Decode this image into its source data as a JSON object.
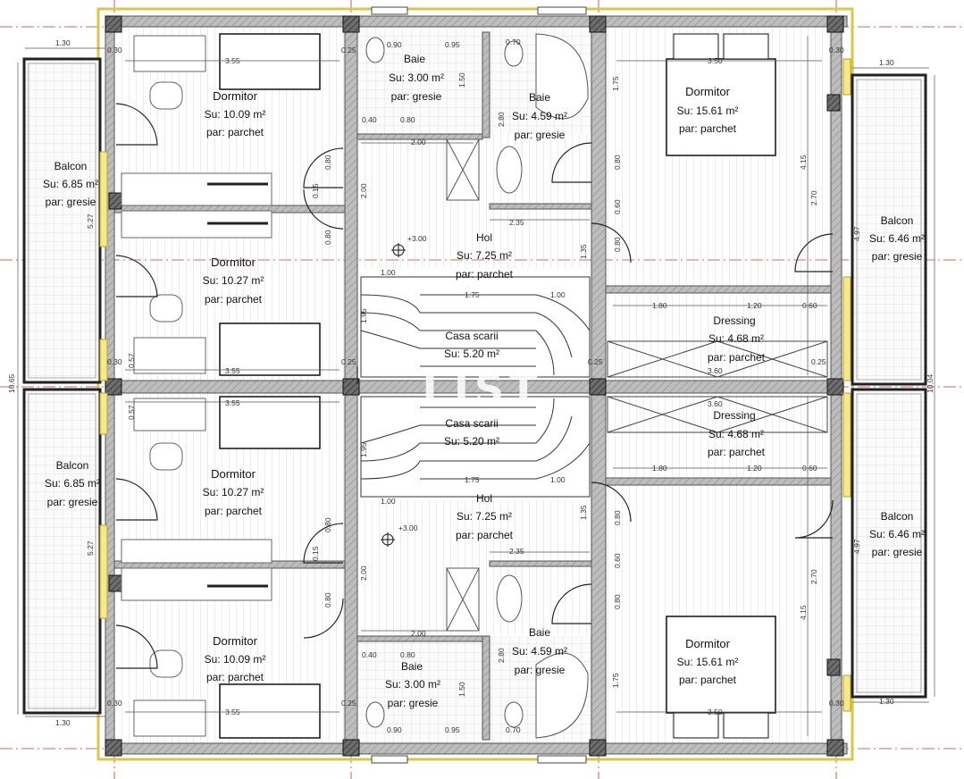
{
  "rooms": {
    "dorm_tl": {
      "name": "Dormitor",
      "area": "Su: 10.09 m²",
      "floor": "par: parchet"
    },
    "dorm_ml_up": {
      "name": "Dormitor",
      "area": "Su: 10.27 m²",
      "floor": "par: parchet"
    },
    "dorm_ml_low": {
      "name": "Dormitor",
      "area": "Su: 10.27 m²",
      "floor": "par: parchet"
    },
    "dorm_bl": {
      "name": "Dormitor",
      "area": "Su: 10.09 m²",
      "floor": "par: parchet"
    },
    "dorm_tr": {
      "name": "Dormitor",
      "area": "Su: 15.61 m²",
      "floor": "par: parchet"
    },
    "dorm_br": {
      "name": "Dormitor",
      "area": "Su: 15.61 m²",
      "floor": "par: parchet"
    },
    "balcon_tl": {
      "name": "Balcon",
      "area": "Su: 6.85 m²",
      "floor": "par: gresie"
    },
    "balcon_bl": {
      "name": "Balcon",
      "area": "Su: 6.85 m²",
      "floor": "par: gresie"
    },
    "balcon_tr": {
      "name": "Balcon",
      "area": "Su: 6.46 m²",
      "floor": "par: gresie"
    },
    "balcon_br": {
      "name": "Balcon",
      "area": "Su: 6.46 m²",
      "floor": "par: gresie"
    },
    "baie_small_t": {
      "name": "Baie",
      "area": "Su: 3.00 m²",
      "floor": "par: gresie"
    },
    "baie_big_t": {
      "name": "Baie",
      "area": "Su: 4.59 m²",
      "floor": "par: gresie"
    },
    "baie_small_b": {
      "name": "Baie",
      "area": "Su: 3.00 m²",
      "floor": "par: gresie"
    },
    "baie_big_b": {
      "name": "Baie",
      "area": "Su: 4.59 m²",
      "floor": "par: gresie"
    },
    "hol_t": {
      "name": "Hol",
      "area": "Su: 7.25 m²",
      "floor": "par: parchet"
    },
    "hol_b": {
      "name": "Hol",
      "area": "Su: 7.25 m²",
      "floor": "par: parchet"
    },
    "scara_t": {
      "name": "Casa scarii",
      "area": "Su: 5.20 m²"
    },
    "scara_b": {
      "name": "Casa scarii",
      "area": "Su: 5.20 m²"
    },
    "dress_t": {
      "name": "Dressing",
      "area": "Su: 4.68 m²",
      "floor": "par: parchet"
    },
    "dress_b": {
      "name": "Dressing",
      "area": "Su: 4.68 m²",
      "floor": "par: parchet"
    }
  },
  "levels": {
    "top": "+3.00",
    "bottom": "+3.00"
  },
  "dimensions": {
    "d1_30": "1.30",
    "d3_55": "3.55",
    "d3_50": "3.50",
    "d0_90": "0.90",
    "d0_95": "0.95",
    "d0_70": "0.70",
    "d2_00": "2.00",
    "d2_35": "2.35",
    "d1_00": "1.00",
    "d1_75": "1.75",
    "d1_80": "1.80",
    "d1_20": "1.20",
    "d0_60": "0.60",
    "d3_60": "3.60",
    "d0_80": "0.80",
    "d0_40": "0.40",
    "d1_95": "1.95",
    "d4_15": "4.15",
    "d2_70": "2.70",
    "d2_80": "2.80",
    "d1_50": "1.50",
    "d5_27": "5.27",
    "d4_97": "4.97",
    "d10_65": "10.65",
    "d10_04": "10.04",
    "d0_30": "0.30",
    "d0_25": "0.25",
    "d1_35": "1.35",
    "d0_57": "0.57",
    "d0_15": "0.15"
  },
  "watermark": "LIST",
  "colors": {
    "wall": "#b9b9b9",
    "wall_stroke": "#555555",
    "outline": "#d9c64a",
    "axis": "#c0392b",
    "floor_hatch": "#d6d6d6"
  }
}
